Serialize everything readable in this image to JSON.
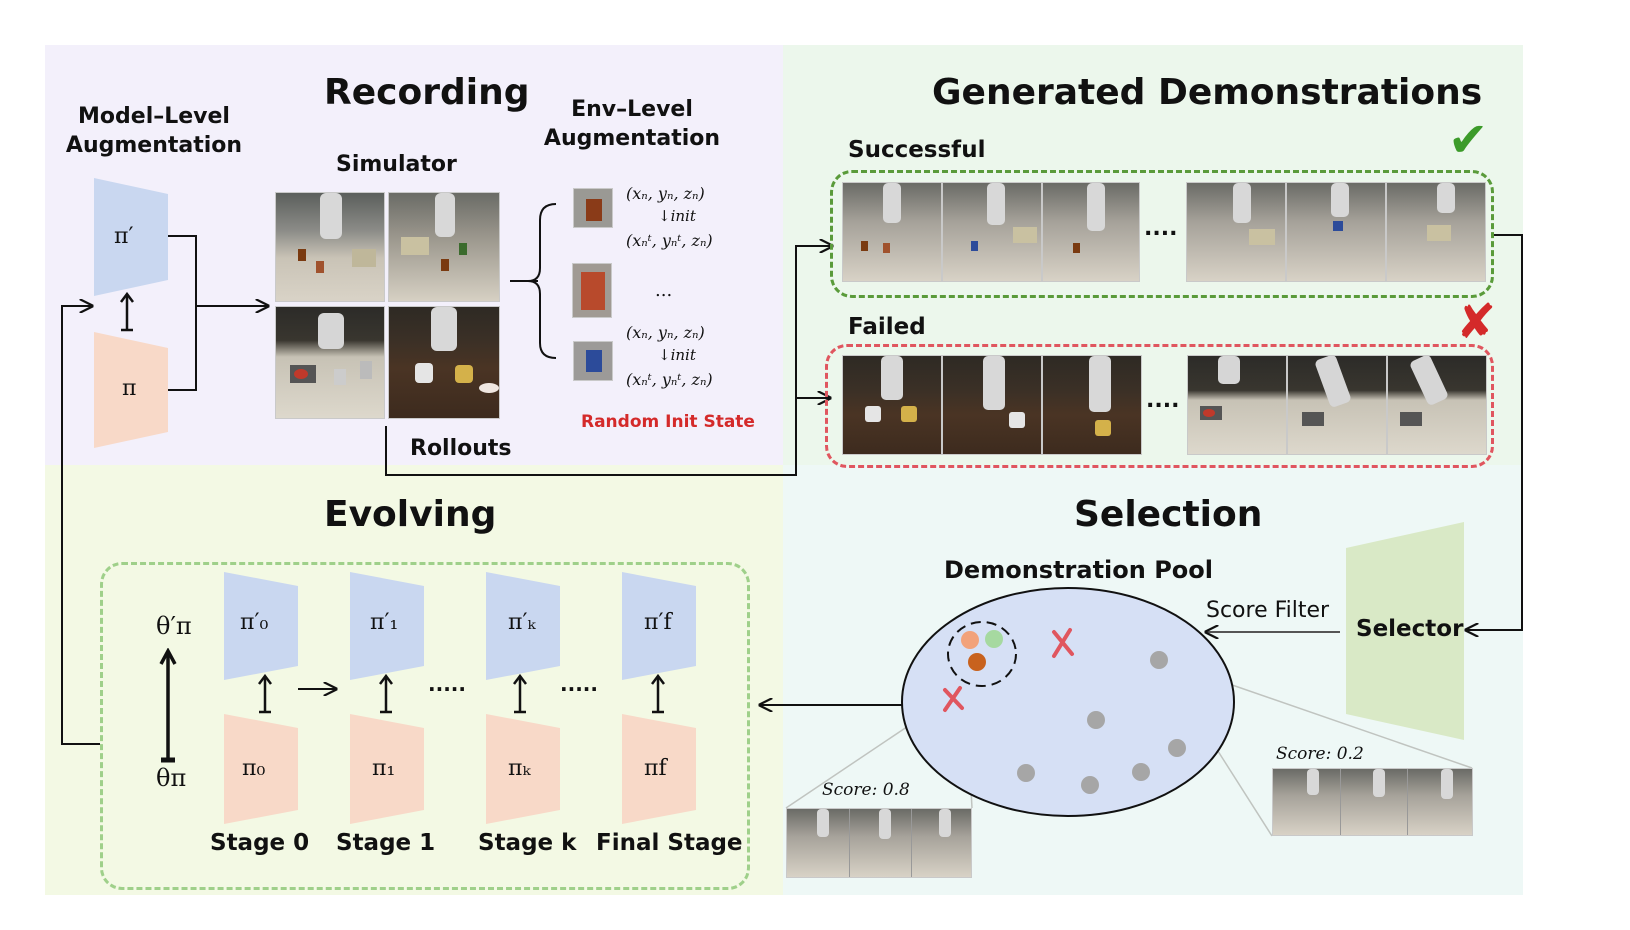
{
  "recording": {
    "title": "Recording",
    "model_aug": "Model–Level\nAugmentation",
    "simulator": "Simulator",
    "env_aug": "Env–Level\nAugmentation",
    "rollouts": "Rollouts",
    "random_init": "Random Init State",
    "pi_prime": "π′",
    "pi": "π",
    "state1_top": "(xₙ, yₙ, zₙ)",
    "state1_mid": "↓init",
    "state1_bot": "(xₙᵗ, yₙᵗ, zₙ)",
    "ellipsis": "...",
    "state2_top": "(xₙ, yₙ, zₙ)",
    "state2_mid": "↓init",
    "state2_bot": "(xₙᵗ, yₙᵗ, zₙ)"
  },
  "generated": {
    "title": "Generated Demonstrations",
    "successful": "Successful",
    "failed": "Failed",
    "dots": "....",
    "check": "✔",
    "cross": "✘"
  },
  "evolving": {
    "title": "Evolving",
    "theta_prime": "θ′π",
    "theta": "θπ",
    "stages": [
      {
        "top": "π′₀",
        "bottom": "π₀",
        "label": "Stage 0"
      },
      {
        "top": "π′₁",
        "bottom": "π₁",
        "label": "Stage 1"
      },
      {
        "top": "π′ₖ",
        "bottom": "πₖ",
        "label": "Stage k"
      },
      {
        "top": "π′f",
        "bottom": "πf",
        "label": "Final Stage"
      }
    ],
    "dots": "....."
  },
  "selection": {
    "title": "Selection",
    "pool": "Demonstration Pool",
    "score_filter": "Score Filter",
    "selector": "Selector",
    "score_a": "Score: 0.8",
    "score_b": "Score: 0.2"
  },
  "colors": {
    "recording_bg": "#f3f0fb",
    "generated_bg": "#ecf7ec",
    "evolving_bg": "#f3f9e4",
    "selection_bg": "#eef8f6",
    "blue_trap": "#c9d7f0",
    "orange_trap": "#f8d9c8",
    "green_dash": "#5a9b3a",
    "red_dash": "#e0565f",
    "light_green_dash": "#9fd08a",
    "pool_fill": "#d6e0f5",
    "selector_fill": "#d9e9c6"
  }
}
